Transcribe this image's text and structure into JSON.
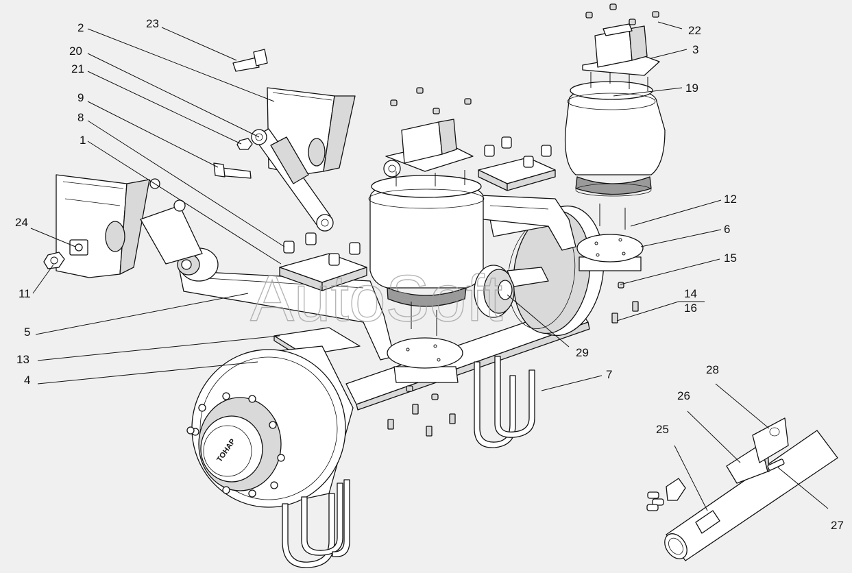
{
  "watermark": "AutoSoft",
  "hub_logo": "ТОНАР",
  "callouts": [
    {
      "id": "c23",
      "text": "23"
    },
    {
      "id": "c2",
      "text": "2"
    },
    {
      "id": "c20",
      "text": "20"
    },
    {
      "id": "c21",
      "text": "21"
    },
    {
      "id": "c9",
      "text": "9"
    },
    {
      "id": "c8",
      "text": "8"
    },
    {
      "id": "c1",
      "text": "1"
    },
    {
      "id": "c24",
      "text": "24"
    },
    {
      "id": "c11",
      "text": "11"
    },
    {
      "id": "c5",
      "text": "5"
    },
    {
      "id": "c13",
      "text": "13"
    },
    {
      "id": "c4",
      "text": "4"
    },
    {
      "id": "c22",
      "text": "22"
    },
    {
      "id": "c3",
      "text": "3"
    },
    {
      "id": "c19",
      "text": "19"
    },
    {
      "id": "c12",
      "text": "12"
    },
    {
      "id": "c6",
      "text": "6"
    },
    {
      "id": "c15",
      "text": "15"
    },
    {
      "id": "c14",
      "text": "14"
    },
    {
      "id": "c16",
      "text": "16"
    },
    {
      "id": "c29",
      "text": "29"
    },
    {
      "id": "c7",
      "text": "7"
    },
    {
      "id": "c28",
      "text": "28"
    },
    {
      "id": "c26",
      "text": "26"
    },
    {
      "id": "c25",
      "text": "25"
    },
    {
      "id": "c27",
      "text": "27"
    }
  ]
}
